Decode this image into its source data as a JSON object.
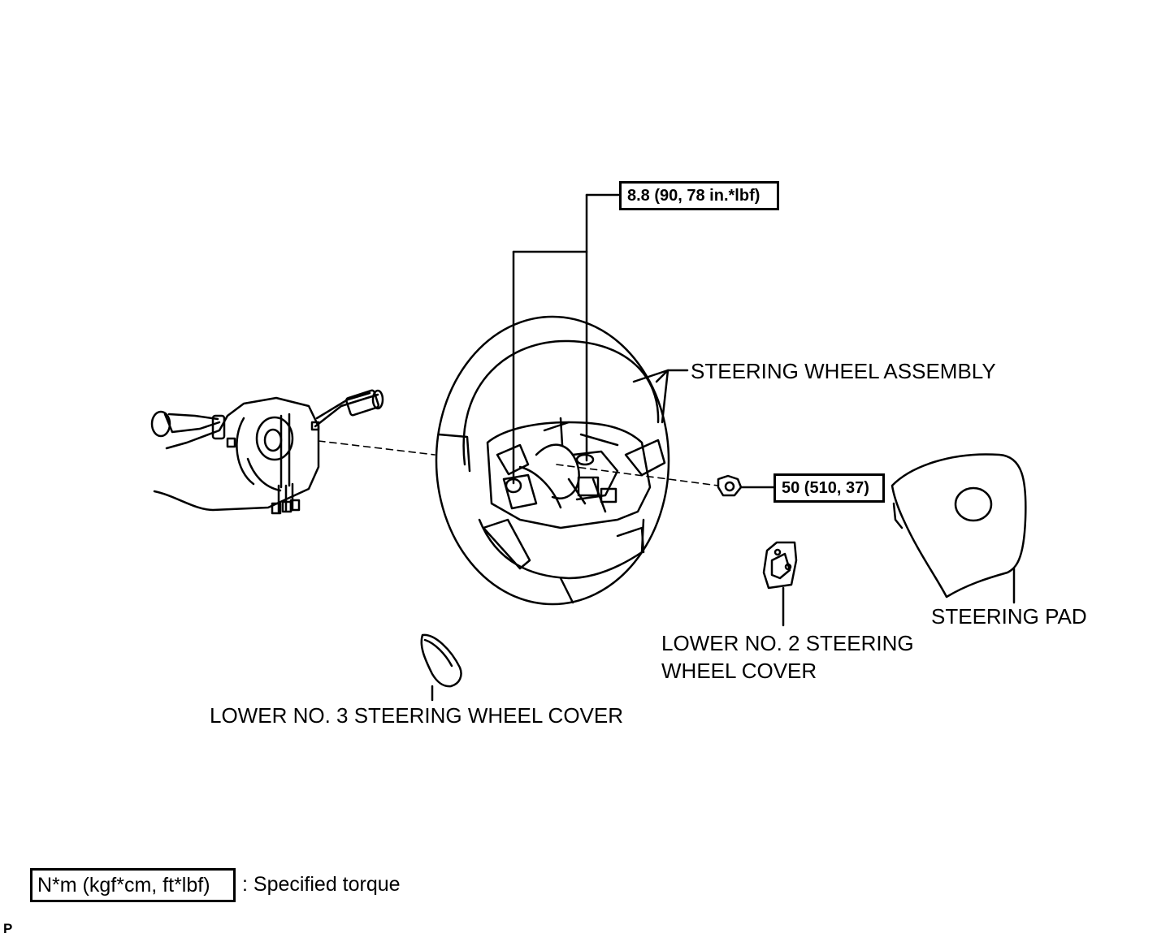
{
  "labels": {
    "steering_wheel_assembly": "STEERING WHEEL ASSEMBLY",
    "steering_pad": "STEERING PAD",
    "lower_no2_line1": "LOWER NO. 2 STEERING",
    "lower_no2_line2": "WHEEL COVER",
    "lower_no3": "LOWER NO. 3 STEERING WHEEL COVER"
  },
  "torque": {
    "screws": "8.8 (90, 78 in.*lbf)",
    "nut": "50 (510, 37)"
  },
  "legend": {
    "unit": "N*m (kgf*cm, ft*lbf)",
    "description": ": Specified torque"
  },
  "corner_mark": "P",
  "icons": [
    "combination-switch-icon",
    "steering-wheel-icon",
    "nut-icon",
    "steering-pad-icon",
    "lower-no2-cover-icon",
    "lower-no3-cover-icon"
  ]
}
